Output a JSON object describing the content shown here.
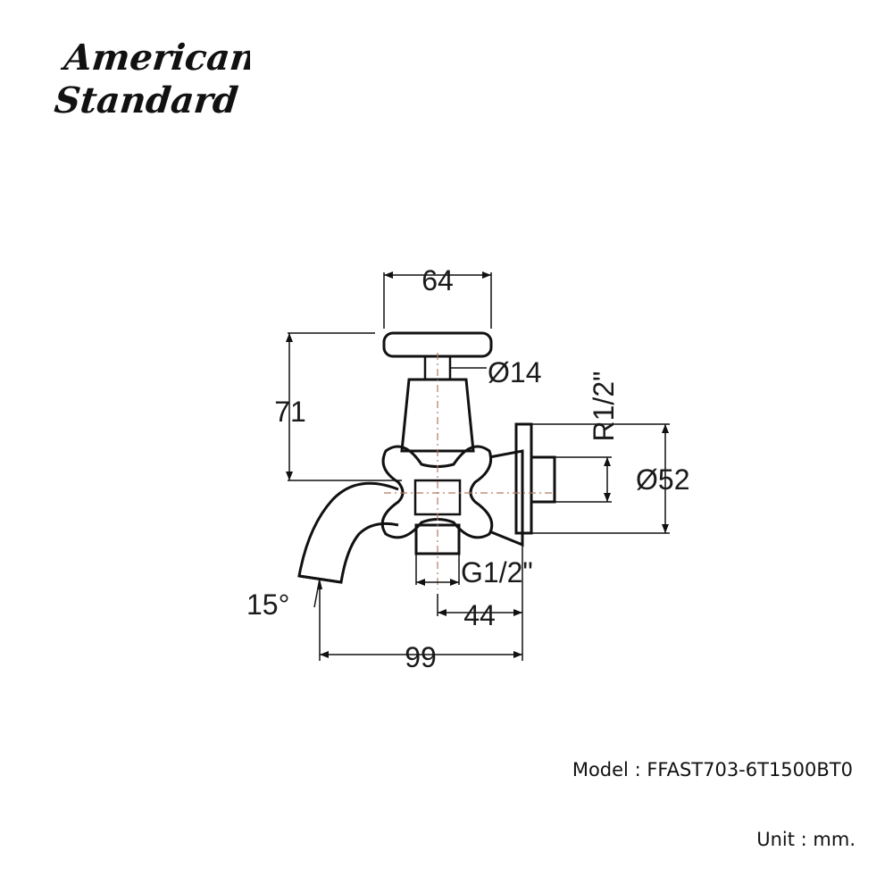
{
  "brand": {
    "line1": "American",
    "line2": "Standard"
  },
  "dimensions": {
    "handle_width": "64",
    "height": "71",
    "stem_diameter": "Ø14",
    "inlet_thread": "R1/2\"",
    "flange_diameter": "Ø52",
    "outlet_thread": "G1/2\"",
    "body_to_wall": "44",
    "total_projection": "99",
    "spout_angle": "15°"
  },
  "info": {
    "model_label": "Model",
    "separator": ":",
    "model_value": "FFAST703-6T1500BT0",
    "unit_label": "Unit",
    "unit_value": "mm."
  },
  "colors": {
    "line": "#111111",
    "centerline": "#b07a60"
  }
}
